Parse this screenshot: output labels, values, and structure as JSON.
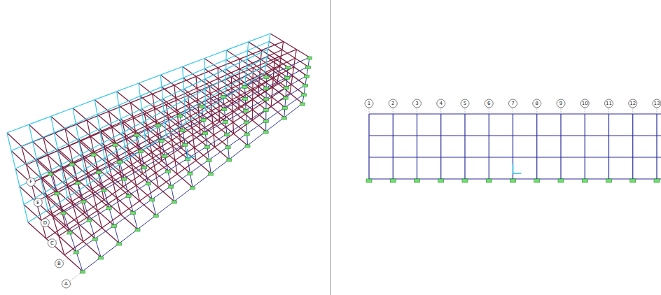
{
  "diagram": {
    "labels": [
      "A",
      "B",
      "C",
      "D",
      "E",
      "F",
      "1",
      "2",
      "3",
      "4",
      "5",
      "6",
      "7",
      "8",
      "9",
      "10",
      "11",
      "12",
      "13"
    ]
  }
}
